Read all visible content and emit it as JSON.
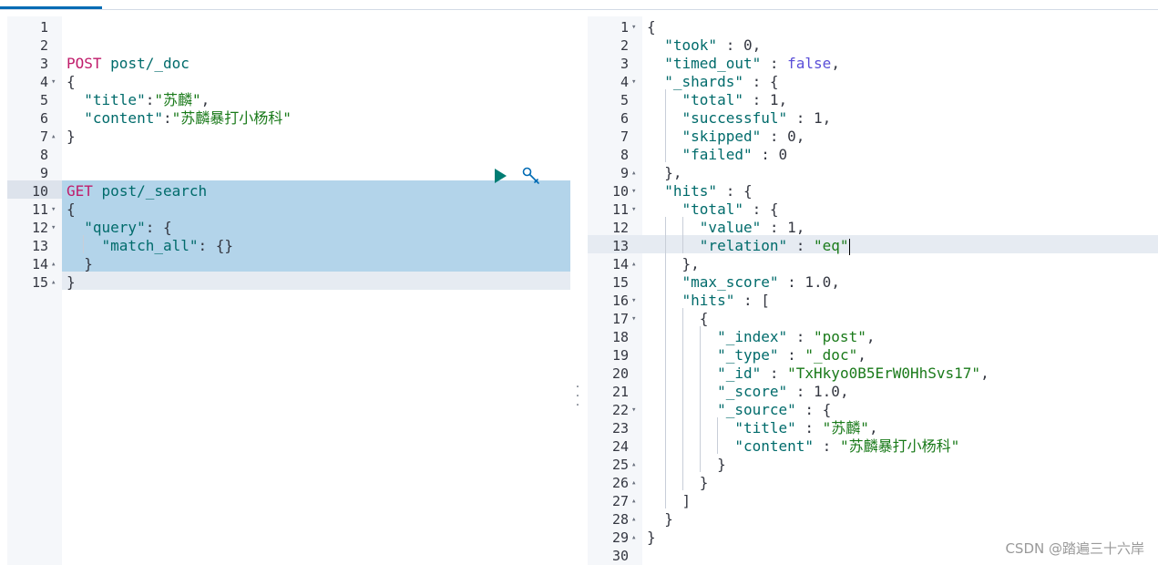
{
  "left_editor": {
    "lines": [
      {
        "n": "1",
        "fold": "",
        "tokens": []
      },
      {
        "n": "2",
        "fold": "",
        "tokens": []
      },
      {
        "n": "3",
        "fold": "",
        "tokens": [
          {
            "t": "POST",
            "c": "kw"
          },
          {
            "t": " ",
            "c": "punc"
          },
          {
            "t": "post/_doc",
            "c": "path"
          }
        ]
      },
      {
        "n": "4",
        "fold": "down",
        "tokens": [
          {
            "t": "{",
            "c": "punc"
          }
        ]
      },
      {
        "n": "5",
        "fold": "",
        "tokens": [
          {
            "t": "  ",
            "c": "punc"
          },
          {
            "t": "\"title\"",
            "c": "key"
          },
          {
            "t": ":",
            "c": "punc"
          },
          {
            "t": "\"苏麟\"",
            "c": "str"
          },
          {
            "t": ",",
            "c": "punc"
          }
        ]
      },
      {
        "n": "6",
        "fold": "",
        "tokens": [
          {
            "t": "  ",
            "c": "punc"
          },
          {
            "t": "\"content\"",
            "c": "key"
          },
          {
            "t": ":",
            "c": "punc"
          },
          {
            "t": "\"苏麟暴打小杨科\"",
            "c": "str"
          }
        ]
      },
      {
        "n": "7",
        "fold": "up",
        "tokens": [
          {
            "t": "}",
            "c": "punc"
          }
        ]
      },
      {
        "n": "8",
        "fold": "",
        "tokens": []
      },
      {
        "n": "9",
        "fold": "",
        "tokens": []
      },
      {
        "n": "10",
        "fold": "",
        "tokens": [
          {
            "t": "GET",
            "c": "kw"
          },
          {
            "t": " ",
            "c": "punc"
          },
          {
            "t": "post/_search",
            "c": "path"
          }
        ]
      },
      {
        "n": "11",
        "fold": "down",
        "tokens": [
          {
            "t": "{",
            "c": "punc"
          }
        ]
      },
      {
        "n": "12",
        "fold": "down",
        "tokens": [
          {
            "t": "  ",
            "c": "punc"
          },
          {
            "t": "\"query\"",
            "c": "key"
          },
          {
            "t": ": {",
            "c": "punc"
          }
        ]
      },
      {
        "n": "13",
        "fold": "",
        "tokens": [
          {
            "t": "    ",
            "c": "punc"
          },
          {
            "t": "\"match_all\"",
            "c": "key"
          },
          {
            "t": ": {}",
            "c": "punc"
          }
        ]
      },
      {
        "n": "14",
        "fold": "up",
        "tokens": [
          {
            "t": "  }",
            "c": "punc"
          }
        ]
      },
      {
        "n": "15",
        "fold": "up",
        "tokens": [
          {
            "t": "}",
            "c": "punc"
          }
        ]
      }
    ]
  },
  "right_editor": {
    "lines": [
      {
        "n": "1",
        "fold": "down",
        "tokens": [
          {
            "t": "{",
            "c": "punc"
          }
        ]
      },
      {
        "n": "2",
        "fold": "",
        "tokens": [
          {
            "t": "  ",
            "c": "punc"
          },
          {
            "t": "\"took\"",
            "c": "key"
          },
          {
            "t": " : ",
            "c": "punc"
          },
          {
            "t": "0",
            "c": "num"
          },
          {
            "t": ",",
            "c": "punc"
          }
        ]
      },
      {
        "n": "3",
        "fold": "",
        "tokens": [
          {
            "t": "  ",
            "c": "punc"
          },
          {
            "t": "\"timed_out\"",
            "c": "key"
          },
          {
            "t": " : ",
            "c": "punc"
          },
          {
            "t": "false",
            "c": "bool"
          },
          {
            "t": ",",
            "c": "punc"
          }
        ]
      },
      {
        "n": "4",
        "fold": "down",
        "tokens": [
          {
            "t": "  ",
            "c": "punc"
          },
          {
            "t": "\"_shards\"",
            "c": "key"
          },
          {
            "t": " : {",
            "c": "punc"
          }
        ]
      },
      {
        "n": "5",
        "fold": "",
        "tokens": [
          {
            "t": "    ",
            "c": "punc"
          },
          {
            "t": "\"total\"",
            "c": "key"
          },
          {
            "t": " : ",
            "c": "punc"
          },
          {
            "t": "1",
            "c": "num"
          },
          {
            "t": ",",
            "c": "punc"
          }
        ]
      },
      {
        "n": "6",
        "fold": "",
        "tokens": [
          {
            "t": "    ",
            "c": "punc"
          },
          {
            "t": "\"successful\"",
            "c": "key"
          },
          {
            "t": " : ",
            "c": "punc"
          },
          {
            "t": "1",
            "c": "num"
          },
          {
            "t": ",",
            "c": "punc"
          }
        ]
      },
      {
        "n": "7",
        "fold": "",
        "tokens": [
          {
            "t": "    ",
            "c": "punc"
          },
          {
            "t": "\"skipped\"",
            "c": "key"
          },
          {
            "t": " : ",
            "c": "punc"
          },
          {
            "t": "0",
            "c": "num"
          },
          {
            "t": ",",
            "c": "punc"
          }
        ]
      },
      {
        "n": "8",
        "fold": "",
        "tokens": [
          {
            "t": "    ",
            "c": "punc"
          },
          {
            "t": "\"failed\"",
            "c": "key"
          },
          {
            "t": " : ",
            "c": "punc"
          },
          {
            "t": "0",
            "c": "num"
          }
        ]
      },
      {
        "n": "9",
        "fold": "up",
        "tokens": [
          {
            "t": "  },",
            "c": "punc"
          }
        ]
      },
      {
        "n": "10",
        "fold": "down",
        "tokens": [
          {
            "t": "  ",
            "c": "punc"
          },
          {
            "t": "\"hits\"",
            "c": "key"
          },
          {
            "t": " : {",
            "c": "punc"
          }
        ]
      },
      {
        "n": "11",
        "fold": "down",
        "tokens": [
          {
            "t": "    ",
            "c": "punc"
          },
          {
            "t": "\"total\"",
            "c": "key"
          },
          {
            "t": " : {",
            "c": "punc"
          }
        ]
      },
      {
        "n": "12",
        "fold": "",
        "tokens": [
          {
            "t": "      ",
            "c": "punc"
          },
          {
            "t": "\"value\"",
            "c": "key"
          },
          {
            "t": " : ",
            "c": "punc"
          },
          {
            "t": "1",
            "c": "num"
          },
          {
            "t": ",",
            "c": "punc"
          }
        ]
      },
      {
        "n": "13",
        "fold": "",
        "tokens": [
          {
            "t": "      ",
            "c": "punc"
          },
          {
            "t": "\"relation\"",
            "c": "key"
          },
          {
            "t": " : ",
            "c": "punc"
          },
          {
            "t": "\"eq\"",
            "c": "str"
          }
        ]
      },
      {
        "n": "14",
        "fold": "up",
        "tokens": [
          {
            "t": "    },",
            "c": "punc"
          }
        ]
      },
      {
        "n": "15",
        "fold": "",
        "tokens": [
          {
            "t": "    ",
            "c": "punc"
          },
          {
            "t": "\"max_score\"",
            "c": "key"
          },
          {
            "t": " : ",
            "c": "punc"
          },
          {
            "t": "1.0",
            "c": "num"
          },
          {
            "t": ",",
            "c": "punc"
          }
        ]
      },
      {
        "n": "16",
        "fold": "down",
        "tokens": [
          {
            "t": "    ",
            "c": "punc"
          },
          {
            "t": "\"hits\"",
            "c": "key"
          },
          {
            "t": " : [",
            "c": "punc"
          }
        ]
      },
      {
        "n": "17",
        "fold": "down",
        "tokens": [
          {
            "t": "      {",
            "c": "punc"
          }
        ]
      },
      {
        "n": "18",
        "fold": "",
        "tokens": [
          {
            "t": "        ",
            "c": "punc"
          },
          {
            "t": "\"_index\"",
            "c": "key"
          },
          {
            "t": " : ",
            "c": "punc"
          },
          {
            "t": "\"post\"",
            "c": "str"
          },
          {
            "t": ",",
            "c": "punc"
          }
        ]
      },
      {
        "n": "19",
        "fold": "",
        "tokens": [
          {
            "t": "        ",
            "c": "punc"
          },
          {
            "t": "\"_type\"",
            "c": "key"
          },
          {
            "t": " : ",
            "c": "punc"
          },
          {
            "t": "\"_doc\"",
            "c": "str"
          },
          {
            "t": ",",
            "c": "punc"
          }
        ]
      },
      {
        "n": "20",
        "fold": "",
        "tokens": [
          {
            "t": "        ",
            "c": "punc"
          },
          {
            "t": "\"_id\"",
            "c": "key"
          },
          {
            "t": " : ",
            "c": "punc"
          },
          {
            "t": "\"TxHkyo0B5ErW0HhSvs17\"",
            "c": "str"
          },
          {
            "t": ",",
            "c": "punc"
          }
        ]
      },
      {
        "n": "21",
        "fold": "",
        "tokens": [
          {
            "t": "        ",
            "c": "punc"
          },
          {
            "t": "\"_score\"",
            "c": "key"
          },
          {
            "t": " : ",
            "c": "punc"
          },
          {
            "t": "1.0",
            "c": "num"
          },
          {
            "t": ",",
            "c": "punc"
          }
        ]
      },
      {
        "n": "22",
        "fold": "down",
        "tokens": [
          {
            "t": "        ",
            "c": "punc"
          },
          {
            "t": "\"_source\"",
            "c": "key"
          },
          {
            "t": " : {",
            "c": "punc"
          }
        ]
      },
      {
        "n": "23",
        "fold": "",
        "tokens": [
          {
            "t": "          ",
            "c": "punc"
          },
          {
            "t": "\"title\"",
            "c": "key"
          },
          {
            "t": " : ",
            "c": "punc"
          },
          {
            "t": "\"苏麟\"",
            "c": "str"
          },
          {
            "t": ",",
            "c": "punc"
          }
        ]
      },
      {
        "n": "24",
        "fold": "",
        "tokens": [
          {
            "t": "          ",
            "c": "punc"
          },
          {
            "t": "\"content\"",
            "c": "key"
          },
          {
            "t": " : ",
            "c": "punc"
          },
          {
            "t": "\"苏麟暴打小杨科\"",
            "c": "str"
          }
        ]
      },
      {
        "n": "25",
        "fold": "up",
        "tokens": [
          {
            "t": "        }",
            "c": "punc"
          }
        ]
      },
      {
        "n": "26",
        "fold": "up",
        "tokens": [
          {
            "t": "      }",
            "c": "punc"
          }
        ]
      },
      {
        "n": "27",
        "fold": "up",
        "tokens": [
          {
            "t": "    ]",
            "c": "punc"
          }
        ]
      },
      {
        "n": "28",
        "fold": "up",
        "tokens": [
          {
            "t": "  }",
            "c": "punc"
          }
        ]
      },
      {
        "n": "29",
        "fold": "up",
        "tokens": [
          {
            "t": "}",
            "c": "punc"
          }
        ]
      },
      {
        "n": "30",
        "fold": "",
        "tokens": []
      }
    ]
  },
  "icons": {
    "run": "play-icon",
    "settings": "wrench-icon",
    "divider": "drag-handle-icon"
  },
  "colors": {
    "selection": "#b3d4ea",
    "keyword": "#c01c6b",
    "key": "#006b6b",
    "string": "#1a7a1a",
    "bool": "#5a4ed8",
    "accent": "#006bb4"
  },
  "watermark": "CSDN @踏遍三十六岸"
}
